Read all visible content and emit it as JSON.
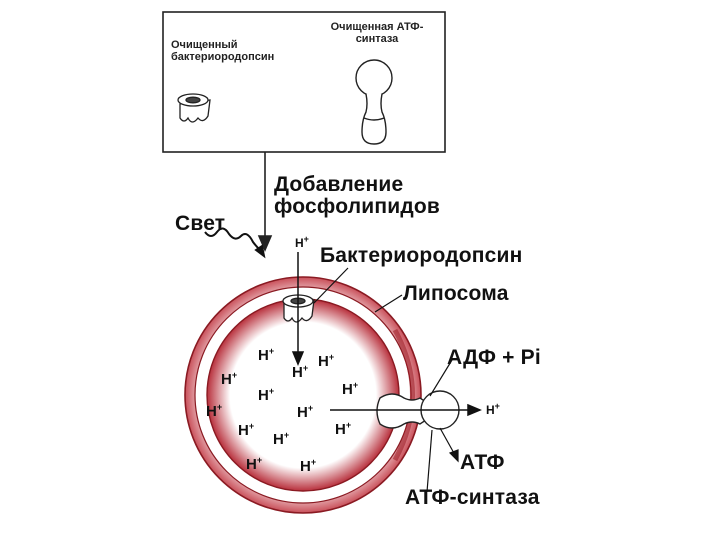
{
  "box": {
    "label_bacteriorhodopsin": "Очищенный бактериородопсин",
    "label_atp_synthase": "Очищенная АТФ-синтаза"
  },
  "process": {
    "add_phospholipids": "Добавление фосфолипидов",
    "light": "Свет"
  },
  "labels": {
    "bacteriorhodopsin": "Бактериородопсин",
    "liposome": "Липосома",
    "adp_pi": "АДФ + Pi",
    "atp": "АТФ",
    "atp_synthase": "АТФ-синтаза",
    "proton": "H",
    "proton_charge": "+"
  },
  "colors": {
    "membrane": "#9a1a22",
    "ink": "#111111"
  },
  "icons": [
    "wavy-light-arrow",
    "bacteriorhodopsin-protein",
    "atp-synthase-protein",
    "proton-arrow"
  ]
}
